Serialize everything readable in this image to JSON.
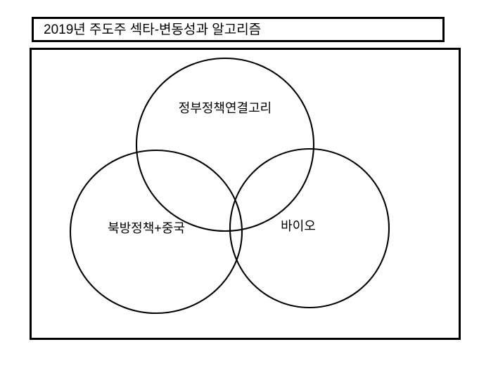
{
  "document": {
    "title": "2019년 주도주 섹타-변동성과 알고리즘",
    "background_color": "#ffffff",
    "line_color": "#000000",
    "text_color": "#000000"
  },
  "title_box": {
    "label": "2019년 주도주 섹타-변동성과 알고리즘"
  },
  "diagram": {
    "type": "venn",
    "set_count": 3,
    "sets": [
      {
        "id": "top",
        "label": "정부정책연결고리"
      },
      {
        "id": "left",
        "label": "북방정책+중국"
      },
      {
        "id": "right",
        "label": "바이오"
      }
    ]
  }
}
